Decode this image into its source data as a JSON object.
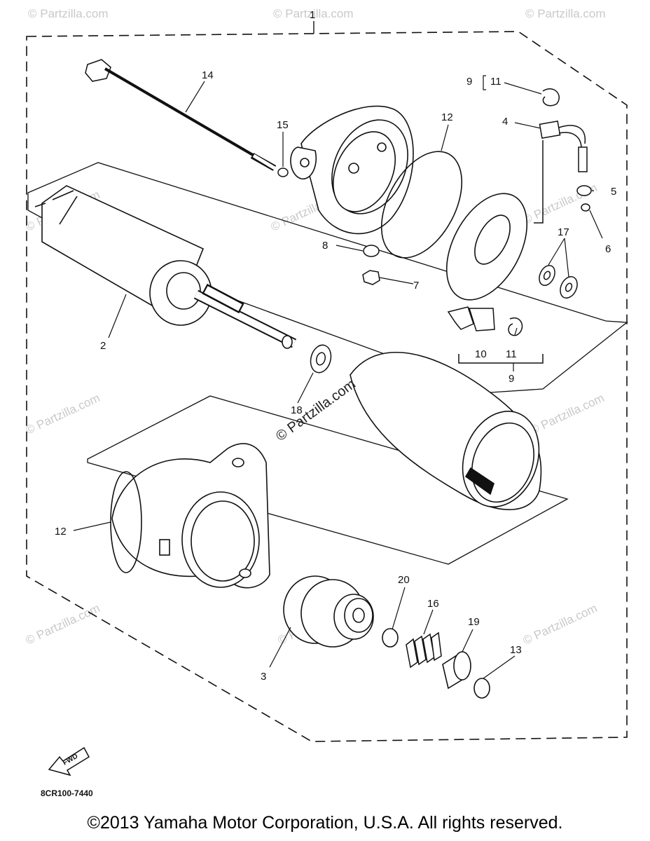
{
  "diagram": {
    "callouts": {
      "c1": "1",
      "c2": "2",
      "c3": "3",
      "c4": "4",
      "c5": "5",
      "c6": "6",
      "c7": "7",
      "c8": "8",
      "c9a": "9",
      "c9b": "9",
      "c10": "10",
      "c11a": "11",
      "c11b": "11",
      "c12a": "12",
      "c12b": "12",
      "c13": "13",
      "c14": "14",
      "c15": "15",
      "c16": "16",
      "c17": "17",
      "c18": "18",
      "c19": "19",
      "c20": "20"
    },
    "watermark_main": "© Partzilla.com",
    "watermark_faint": "© Partzilla.com",
    "fwd_label": "FWD",
    "part_code": "8CR100-7440"
  },
  "footer": {
    "copyright": "©2013 Yamaha Motor Corporation, U.S.A. All rights reserved."
  },
  "colors": {
    "line": "#111111",
    "watermark": "#c9c9c9"
  }
}
